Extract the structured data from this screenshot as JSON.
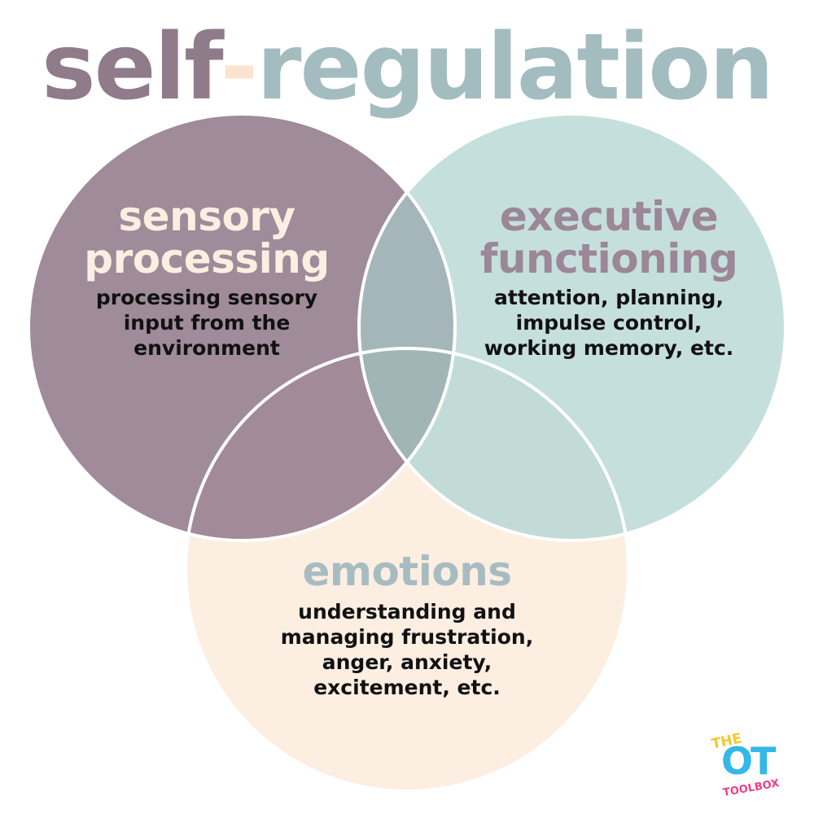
{
  "title": {
    "part1": "self",
    "dash": "-",
    "part2": "regulation"
  },
  "colors": {
    "purple": "#9f8b99",
    "teal": "#c5dfdd",
    "peach": "#fdeee2",
    "overlap_purple_teal": "#a4b6b9",
    "overlap_purple_peach": "#a28a98",
    "overlap_teal_peach": "#c2dbd7",
    "overlap_center": "#a2b5b6",
    "title_purple": "#8f7b8a",
    "title_teal": "#a3bcbf",
    "title_dash": "#fce3cd",
    "heading_sensory": "#fdeee2",
    "heading_executive": "#9b8797",
    "heading_emotions": "#a7bcc0",
    "text": "#111111"
  },
  "circles": {
    "sensory": {
      "heading_line1": "sensory",
      "heading_line2": "processing",
      "desc_line1": "processing sensory",
      "desc_line2": "input from the",
      "desc_line3": "environment"
    },
    "executive": {
      "heading_line1": "executive",
      "heading_line2": "functioning",
      "desc_line1": "attention, planning,",
      "desc_line2": "impulse control,",
      "desc_line3": "working memory, etc."
    },
    "emotions": {
      "heading": "emotions",
      "desc_line1": "understanding and",
      "desc_line2": "managing frustration,",
      "desc_line3": "anger, anxiety,",
      "desc_line4": "excitement, etc."
    }
  },
  "logo": {
    "top": "THE",
    "middle": "OT",
    "bottom": "TOOLBOX"
  }
}
